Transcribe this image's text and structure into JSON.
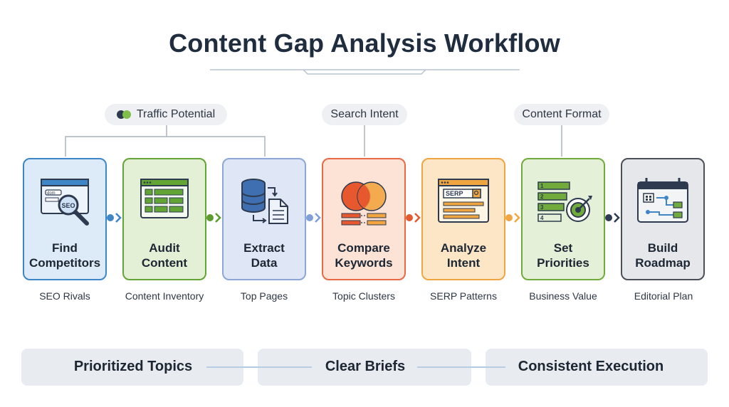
{
  "title": "Content Gap Analysis Workflow",
  "pills": [
    {
      "label": "Traffic Potential"
    },
    {
      "label": "Search Intent"
    },
    {
      "label": "Content Format"
    }
  ],
  "steps": [
    {
      "line1": "Find",
      "line2": "Competitors",
      "sub": "SEO Rivals",
      "icon": "browser-search-icon",
      "icon_text_1": "dom",
      "icon_text_2": "SEO",
      "color": "#3f86c8",
      "fill": "#dcebf7"
    },
    {
      "line1": "Audit",
      "line2": "Content",
      "sub": "Content Inventory",
      "icon": "content-grid-icon",
      "color": "#62a534",
      "fill": "#e3f0d6"
    },
    {
      "line1": "Extract",
      "line2": "Data",
      "sub": "Top Pages",
      "icon": "database-export-icon",
      "color": "#8ea6d6",
      "fill": "#dfe6f5"
    },
    {
      "line1": "Compare",
      "line2": "Keywords",
      "sub": "Topic Clusters",
      "icon": "venn-compare-icon",
      "color": "#e86a45",
      "fill": "#fde2d6"
    },
    {
      "line1": "Analyze",
      "line2": "Intent",
      "sub": "SERP Patterns",
      "icon": "serp-page-icon",
      "icon_text_1": "SERP",
      "color": "#f0a640",
      "fill": "#fde6c6"
    },
    {
      "line1": "Set",
      "line2": "Priorities",
      "sub": "Business Value",
      "icon": "priority-target-icon",
      "icon_numbers": [
        "1",
        "2",
        "3",
        "4"
      ],
      "color": "#70ab3c",
      "fill": "#e4f0d7"
    },
    {
      "line1": "Build",
      "line2": "Roadmap",
      "sub": "Editorial Plan",
      "icon": "calendar-roadmap-icon",
      "color": "#4a4f58",
      "fill": "#e5e7ea"
    }
  ],
  "outcomes": [
    {
      "label": "Prioritized Topics"
    },
    {
      "label": "Clear Briefs"
    },
    {
      "label": "Consistent Execution"
    }
  ]
}
